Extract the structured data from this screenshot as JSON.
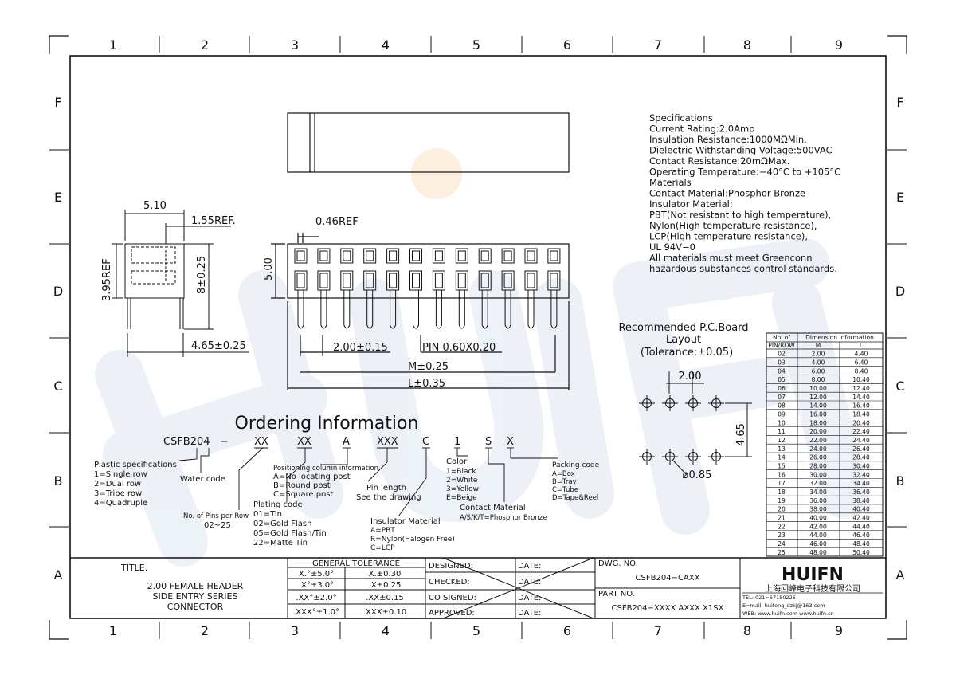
{
  "border": {
    "columns": [
      "1",
      "2",
      "3",
      "4",
      "5",
      "6",
      "7",
      "8",
      "9"
    ],
    "rows": [
      "F",
      "E",
      "D",
      "C",
      "B",
      "A"
    ]
  },
  "specifications": {
    "lines": [
      "Specifications",
      "Current Rating:2.0Amp",
      "Insulation Resistance:1000MΩMin.",
      "Dielectric Withstanding Voltage:500VAC",
      "Contact Resistance:20mΩMax.",
      "Operating Temperature:−40°C to +105°C",
      "Materials",
      "Contact Material:Phosphor Bronze",
      "Insulator Material:",
      "PBT(Not resistant to high temperature),",
      "Nylon(High temperature resistance),",
      "LCP(High temperature resistance),",
      "UL 94V−0",
      "All materials must meet Greenconn",
      "hazardous substances control standards."
    ]
  },
  "dimensions": {
    "side_width": "5.10",
    "side_ref": "1.55REF.",
    "side_height_ref": "3.95REF",
    "side_pin": "8±0.25",
    "side_pin_len": "4.65±0.25",
    "front_ref": "0.46REF",
    "front_height": "5.00",
    "pitch": "2.00±0.15",
    "pin": "PIN 0.60X0.20",
    "m": "M±0.25",
    "l": "L±0.35"
  },
  "pcb_layout": {
    "title_1": "Recommended P.C.Board",
    "title_2": "Layout",
    "title_3": "(Tolerance:±0.05)",
    "pitch": "2.00",
    "row_pitch": "4.65",
    "hole": "ø0.85"
  },
  "dimension_table": {
    "headers": [
      "No. of",
      "Dimension Information"
    ],
    "subheaders": [
      "PIN/ROW",
      "M",
      "L"
    ],
    "rows": [
      [
        "02",
        "2.00",
        "4.40"
      ],
      [
        "03",
        "4.00",
        "6.40"
      ],
      [
        "04",
        "6.00",
        "8.40"
      ],
      [
        "05",
        "8.00",
        "10.40"
      ],
      [
        "06",
        "10.00",
        "12.40"
      ],
      [
        "07",
        "12.00",
        "14.40"
      ],
      [
        "08",
        "14.00",
        "16.40"
      ],
      [
        "09",
        "16.00",
        "18.40"
      ],
      [
        "10",
        "18.00",
        "20.40"
      ],
      [
        "11",
        "20.00",
        "22.40"
      ],
      [
        "12",
        "22.00",
        "24.40"
      ],
      [
        "13",
        "24.00",
        "26.40"
      ],
      [
        "14",
        "26.00",
        "28.40"
      ],
      [
        "15",
        "28.00",
        "30.40"
      ],
      [
        "16",
        "30.00",
        "32.40"
      ],
      [
        "17",
        "32.00",
        "34.40"
      ],
      [
        "18",
        "34.00",
        "36.40"
      ],
      [
        "19",
        "36.00",
        "38.40"
      ],
      [
        "20",
        "38.00",
        "40.40"
      ],
      [
        "21",
        "40.00",
        "42.40"
      ],
      [
        "22",
        "42.00",
        "44.40"
      ],
      [
        "23",
        "44.00",
        "46.40"
      ],
      [
        "24",
        "46.00",
        "48.40"
      ],
      [
        "25",
        "48.00",
        "50.40"
      ]
    ]
  },
  "ordering": {
    "title": "Ordering Information",
    "code": [
      "CSFB204",
      "−",
      "XX",
      "XX",
      "A",
      "XXX",
      "C",
      "1",
      "S",
      "X"
    ],
    "plastic": [
      "Plastic specifications",
      "1=Single row",
      "2=Dual row",
      "3=Tripe row",
      "4=Quadruple"
    ],
    "water": "Water code",
    "pins": [
      "No. of Pins per Row",
      "02~25"
    ],
    "plating": [
      "Plating code",
      "01=Tin",
      "02=Gold Flash",
      "05=Gold Flash/Tin",
      "22=Matte Tin"
    ],
    "positioning": [
      "Positioning column information",
      "A=No locating post",
      "B=Round post",
      "C=Square post"
    ],
    "pin_length": [
      "Pin length",
      "See the drawing"
    ],
    "insulator": [
      "Insulator Material",
      "A=PBT",
      "R=Nylon(Halogen Free)",
      "C=LCP"
    ],
    "color": [
      "Color",
      "1=Black",
      "2=White",
      "3=Yellow",
      "E=Beige"
    ],
    "contact": [
      "Contact Material",
      "A/S/K/T=Phosphor Bronze"
    ],
    "packing": [
      "Packing code",
      "A=Box",
      "B=Tray",
      "C=Tube",
      "D=Tape&Reel"
    ]
  },
  "title_block": {
    "title_label": "TITLE.",
    "title_lines": [
      "2.00 FEMALE HEADER",
      "SIDE ENTRY SERIES",
      "CONNECTOR"
    ],
    "tolerance_header": "GENERAL TOLERANCE",
    "tolerances": [
      [
        "X.°±5.0°",
        "X.±0.30"
      ],
      [
        ".X°±3.0°",
        ".X±0.25"
      ],
      [
        ".XX°±2.0°",
        ".XX±0.15"
      ],
      [
        ".XXX°±1.0°",
        ".XXX±0.10"
      ]
    ],
    "signoff": [
      "DESIGNED:",
      "CHECKED:",
      "CO SIGNED:",
      "APPROVED:"
    ],
    "date": "DATE:",
    "dwg_label": "DWG. NO.",
    "dwg_no": "CSFB204−CAXX",
    "part_label": "PART NO.",
    "part_no": "CSFB204−XXXX AXXX X1SX",
    "company_logo": "HUIFN",
    "company_name": "上海回峰电子科技有限公司",
    "company_tel": "TEL: 021−67150226",
    "company_email": "E−mail: huifeng_dzkj@163.com",
    "company_web": "WEB: www.huifn.com  www.huifn.cn"
  },
  "watermark": "HUIFN",
  "colors": {
    "line": "#111111",
    "watermark": "#dfe6f2",
    "watermark_dot": "#fbe3c4"
  }
}
